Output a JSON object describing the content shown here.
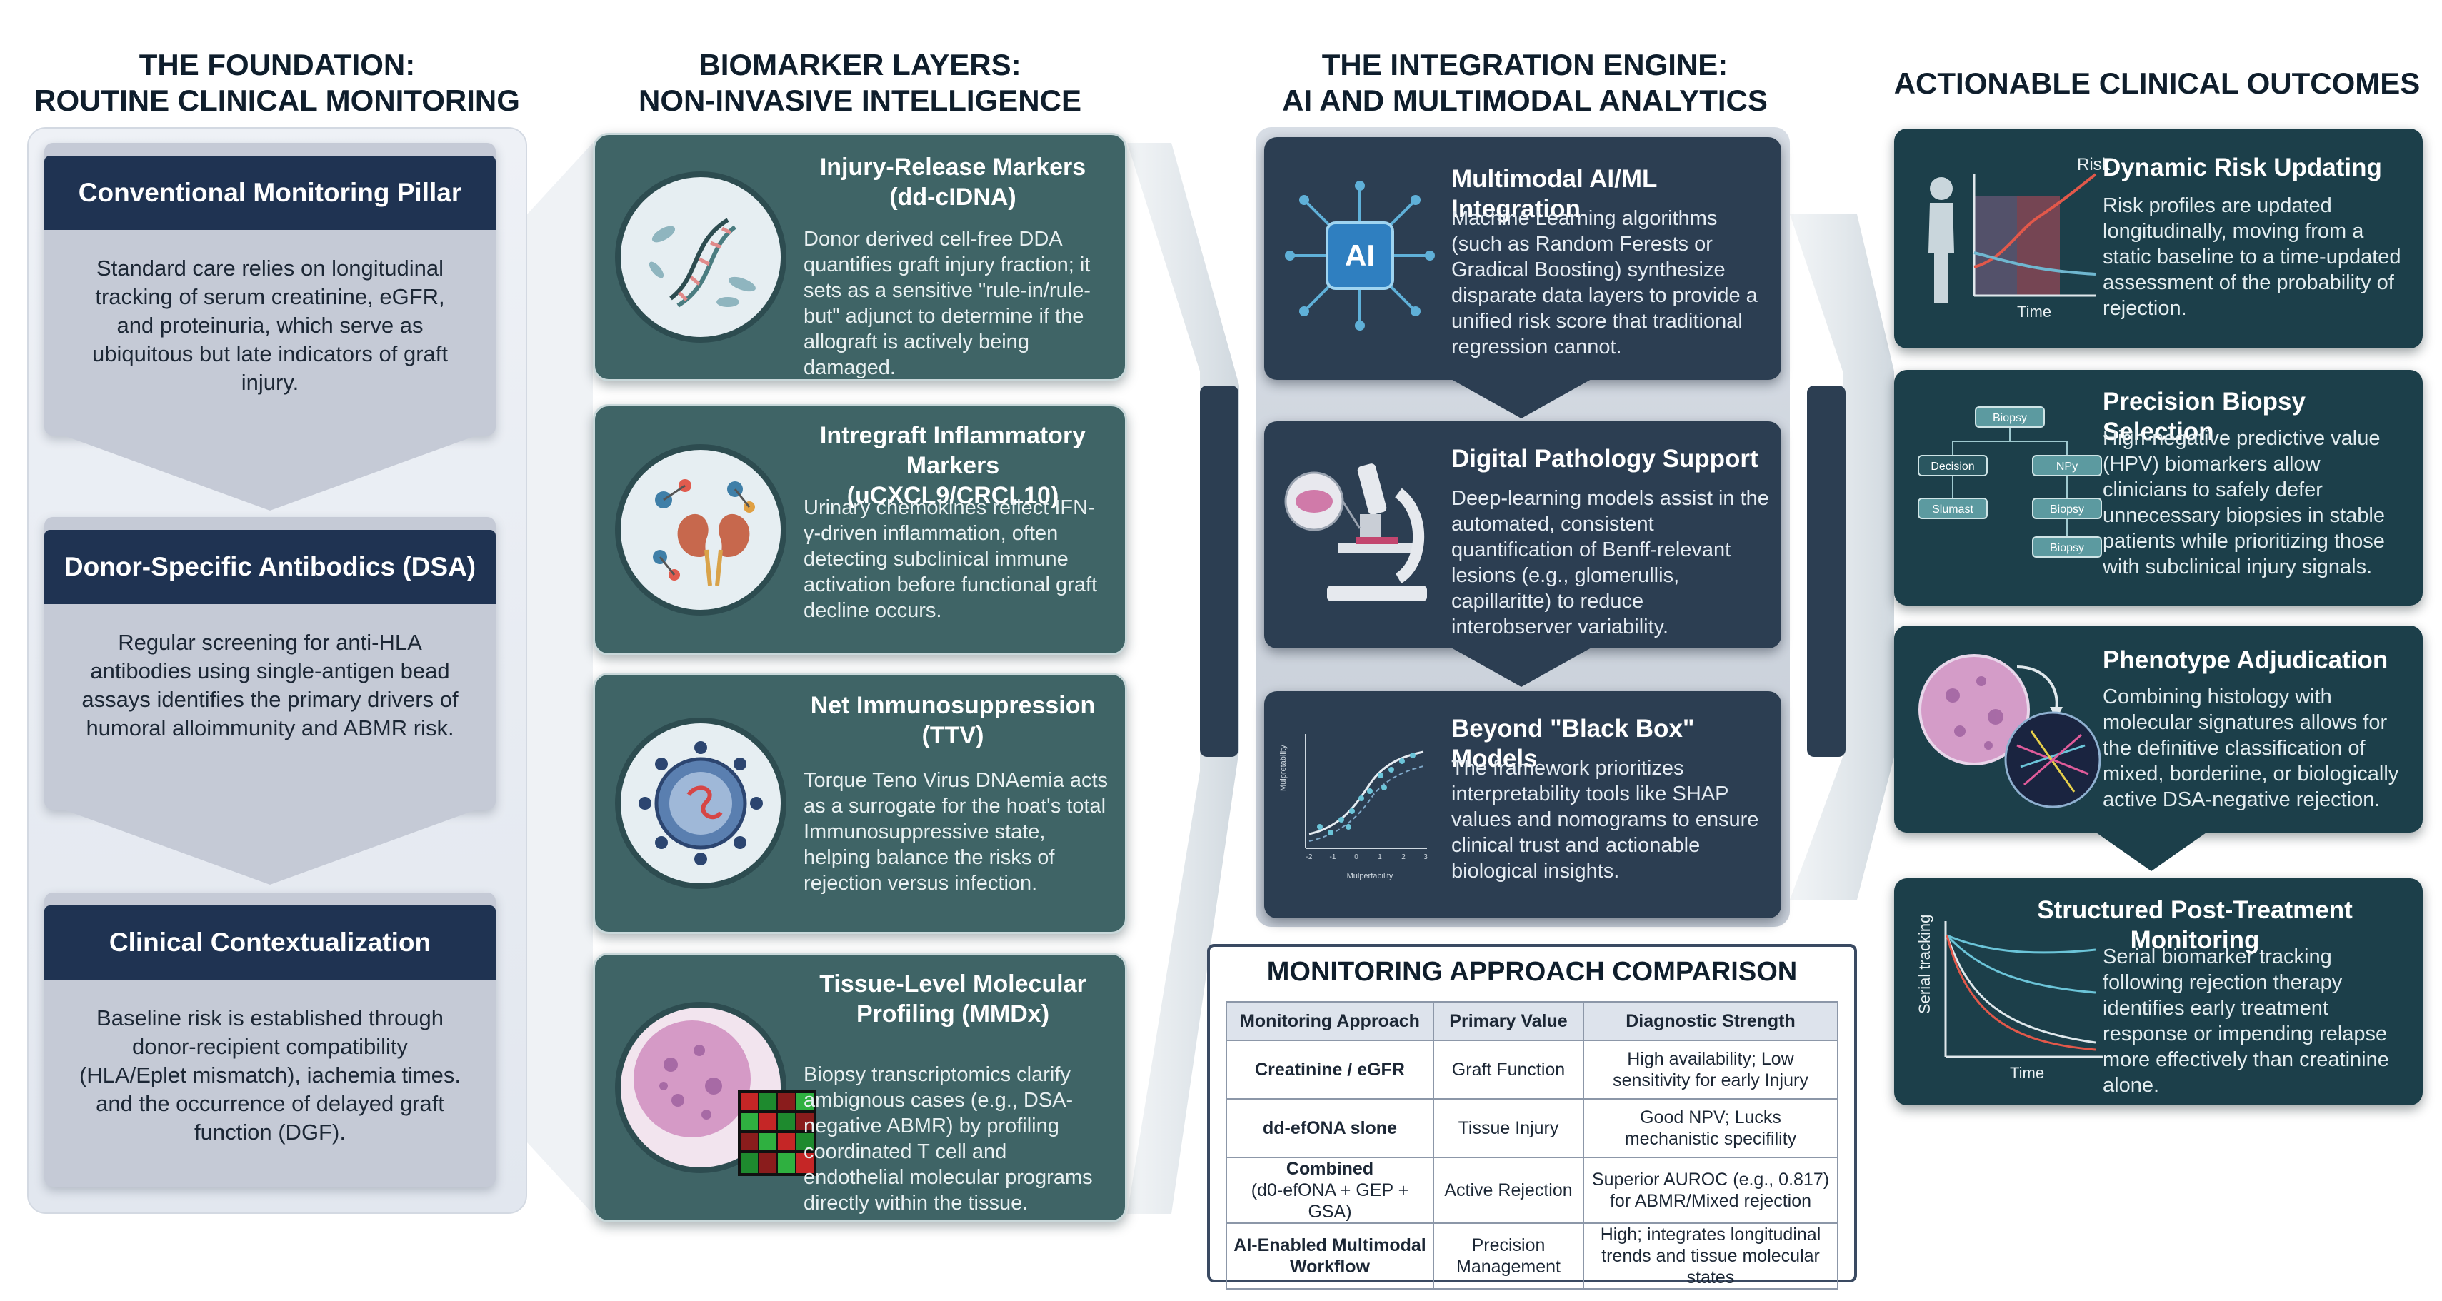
{
  "columns": {
    "foundation": {
      "title_line1": "THE FOUNDATION:",
      "title_line2": "ROUTINE CLINICAL MONITORING"
    },
    "biomarker": {
      "title_line1": "BIOMARKER LAYERS:",
      "title_line2": "NON-INVASIVE INTELLIGENCE"
    },
    "integration": {
      "title_line1": "THE INTEGRATION ENGINE:",
      "title_line2": "AI AND MULTIMODAL ANALYTICS"
    },
    "outcomes": {
      "title_line1": "ACTIONABLE CLINICAL OUTCOMES"
    }
  },
  "foundation_cards": [
    {
      "title": "Conventional Monitoring Pillar",
      "body": "Standard care relies on longitudinal tracking of serum creatinine, eGFR, and proteinuria, which serve as ubiquitous but late indicators of graft injury."
    },
    {
      "title": "Donor-Specific Antibodics (DSA)",
      "body": "Regular screening for anti-HLA antibodies using single-antigen bead assays identifies the primary drivers of humoral alloimmunity and ABMR risk."
    },
    {
      "title": "Clinical Contextualization",
      "body": "Baseline risk is established through donor-recipient compatibility (HLA/Eplet mismatch), iachemia times. and the occurrence of delayed graft function (DGF)."
    }
  ],
  "biomarker_cards": [
    {
      "title": "Injury-Release Markers (dd-cIDNA)",
      "body": "Donor derived cell-free DDA quantifies graft injury fraction; it sets as a sensitive \"rule-in/rule-but\" adjunct to determine if the allograft is actively being damaged.",
      "icon": "dna-icon"
    },
    {
      "title": "Intregraft Inflammatory Markers (uCXCL9/CRCL10)",
      "body": "Urinary chemokines reflect IFN-γ-driven inflammation, often detecting subclinical immune activation before functional graft decline occurs.",
      "icon": "kidney-icon"
    },
    {
      "title": "Net Immunosuppression (TTV)",
      "body": "Torque Teno Virus DNAemia acts as a surrogate for the hoat's total Immunosuppressive state, helping balance the risks of rejection versus infection.",
      "icon": "virus-icon"
    },
    {
      "title": "Tissue-Level Molecular Profiling (MMDx)",
      "body": "Biopsy transcriptomics clarify ambignous cases (e.g., DSA-negative ABMR) by profiling coordinated T cell and endothelial molecular programs directly within the tissue.",
      "icon": "tissue-heatmap-icon"
    }
  ],
  "integration_cards": [
    {
      "title": "Multimodal AI/ML Integration",
      "body": "Machine Learning algorithms (such as Random Ferests or Gradical Boosting) synthesize disparate data layers to provide a unified risk score that traditional regression cannot.",
      "icon_label": "AI"
    },
    {
      "title": "Digital Pathology Support",
      "body": "Deep-learning models assist in the automated, consistent quantification of Benff-relevant lesions (e.g., glomerullis, capillaritte) to reduce interobserver variability."
    },
    {
      "title": "Beyond \"Black Box\" Models",
      "body": "The framework prioritizes interpretability tools like SHAP values and nomograms to ensure clinical trust and actionable biological insights.",
      "plot_ylabel": "Mulpretability",
      "plot_xlabel": "Mulperfability",
      "plot_ticks": [
        "-2",
        "-1",
        "0",
        "1",
        "2",
        "3"
      ]
    }
  ],
  "outcome_cards": [
    {
      "title": "Dynamic Risk Updating",
      "body": "Risk profiles are updated longitudinally, moving from a static baseline to a time-updated assessment of the probability of rejection.",
      "chart_risk": "Risk",
      "chart_time": "Time"
    },
    {
      "title": "Precision Biopsy Selection",
      "body": "High-negative predictive value (HPV) biomarkers allow clinicians to safely defer unnecessary biopsies in stable patients while prioritizing those with subclinical injury signals.",
      "flow": {
        "top": "Biopsy",
        "left": "Decision",
        "right": "NPy",
        "left_child": "Slumast",
        "right_child": "Biopsy",
        "bottom": "Biopsy"
      }
    },
    {
      "title": "Phenotype Adjudication",
      "body": "Combining histology with molecular signatures allows for the definitive classification of mixed, borderiine, or biologically active DSA-negative rejection."
    },
    {
      "title": "Structured Post-Treatment Monitoring",
      "body": "Serial biomarker tracking following rejection therapy identifies early treatment response or impending relapse more effectively than creatinine alone.",
      "chart_ylabel": "Serial tracking",
      "chart_time": "Time"
    }
  ],
  "comparison_table": {
    "title": "MONITORING APPROACH COMPARISON",
    "headers": [
      "Monitoring Approach",
      "Primary Value",
      "Diagnostic Strength"
    ],
    "rows": [
      {
        "approach": "Creatinine / eGFR",
        "approach_line2": "",
        "value": "Graft Function",
        "value_line2": "",
        "strength": "High availability; Low",
        "strength_line2": "sensitivity for early Injury"
      },
      {
        "approach": "dd-efONA slone",
        "approach_line2": "",
        "value": "Tissue Injury",
        "value_line2": "",
        "strength": "Good NPV; Lucks",
        "strength_line2": "mechanistic specifility"
      },
      {
        "approach": "Combined",
        "approach_line2": "(d0-efONA + GEP + GSA)",
        "value": "Active Rejection",
        "value_line2": "",
        "strength": "Superior AUROC (e.g., 0.817)",
        "strength_line2": "for ABMR/Mixed rejection"
      },
      {
        "approach": "AI-Enabled Multimodal",
        "approach_line2": "Workflow",
        "value": "Precision",
        "value_line2": "Management",
        "strength": "High; integrates longitudinal",
        "strength_line2": "trends and tissue molecular states"
      }
    ]
  },
  "colors": {
    "navy": "#1f3352",
    "teal_card": "#3f6466",
    "slate_card": "#2c3e52",
    "deep_teal": "#1c3f4a"
  }
}
